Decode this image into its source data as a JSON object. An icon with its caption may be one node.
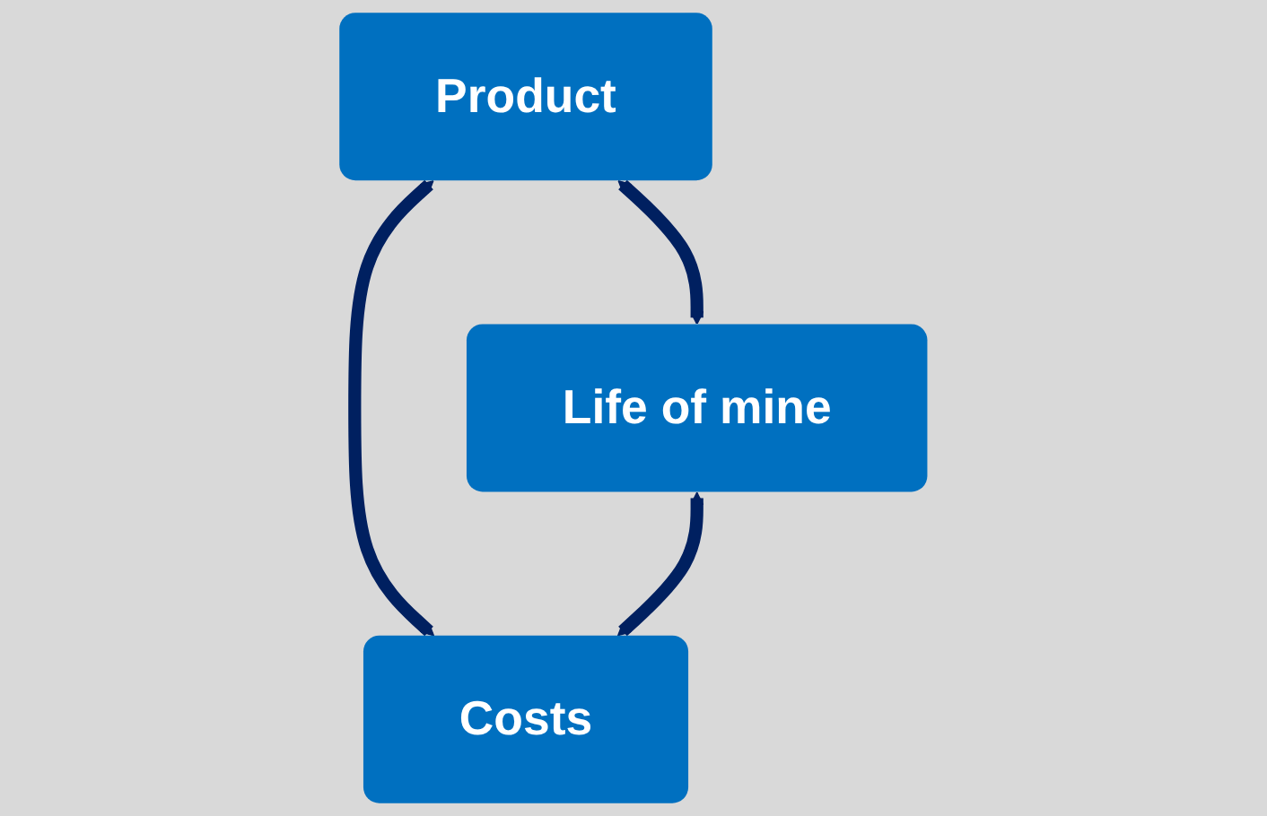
{
  "diagram": {
    "nodes": [
      {
        "text": [
          "Product"
        ]
      },
      {
        "text": [
          "Life of mine"
        ]
      },
      {
        "text": [
          "Costs"
        ]
      }
    ],
    "edges": [
      {
        "from": 0,
        "to": 1,
        "arrow": "both"
      },
      {
        "from": 0,
        "to": 2,
        "arrow": "both"
      },
      {
        "from": 1,
        "to": 2,
        "arrow": "both"
      }
    ]
  }
}
